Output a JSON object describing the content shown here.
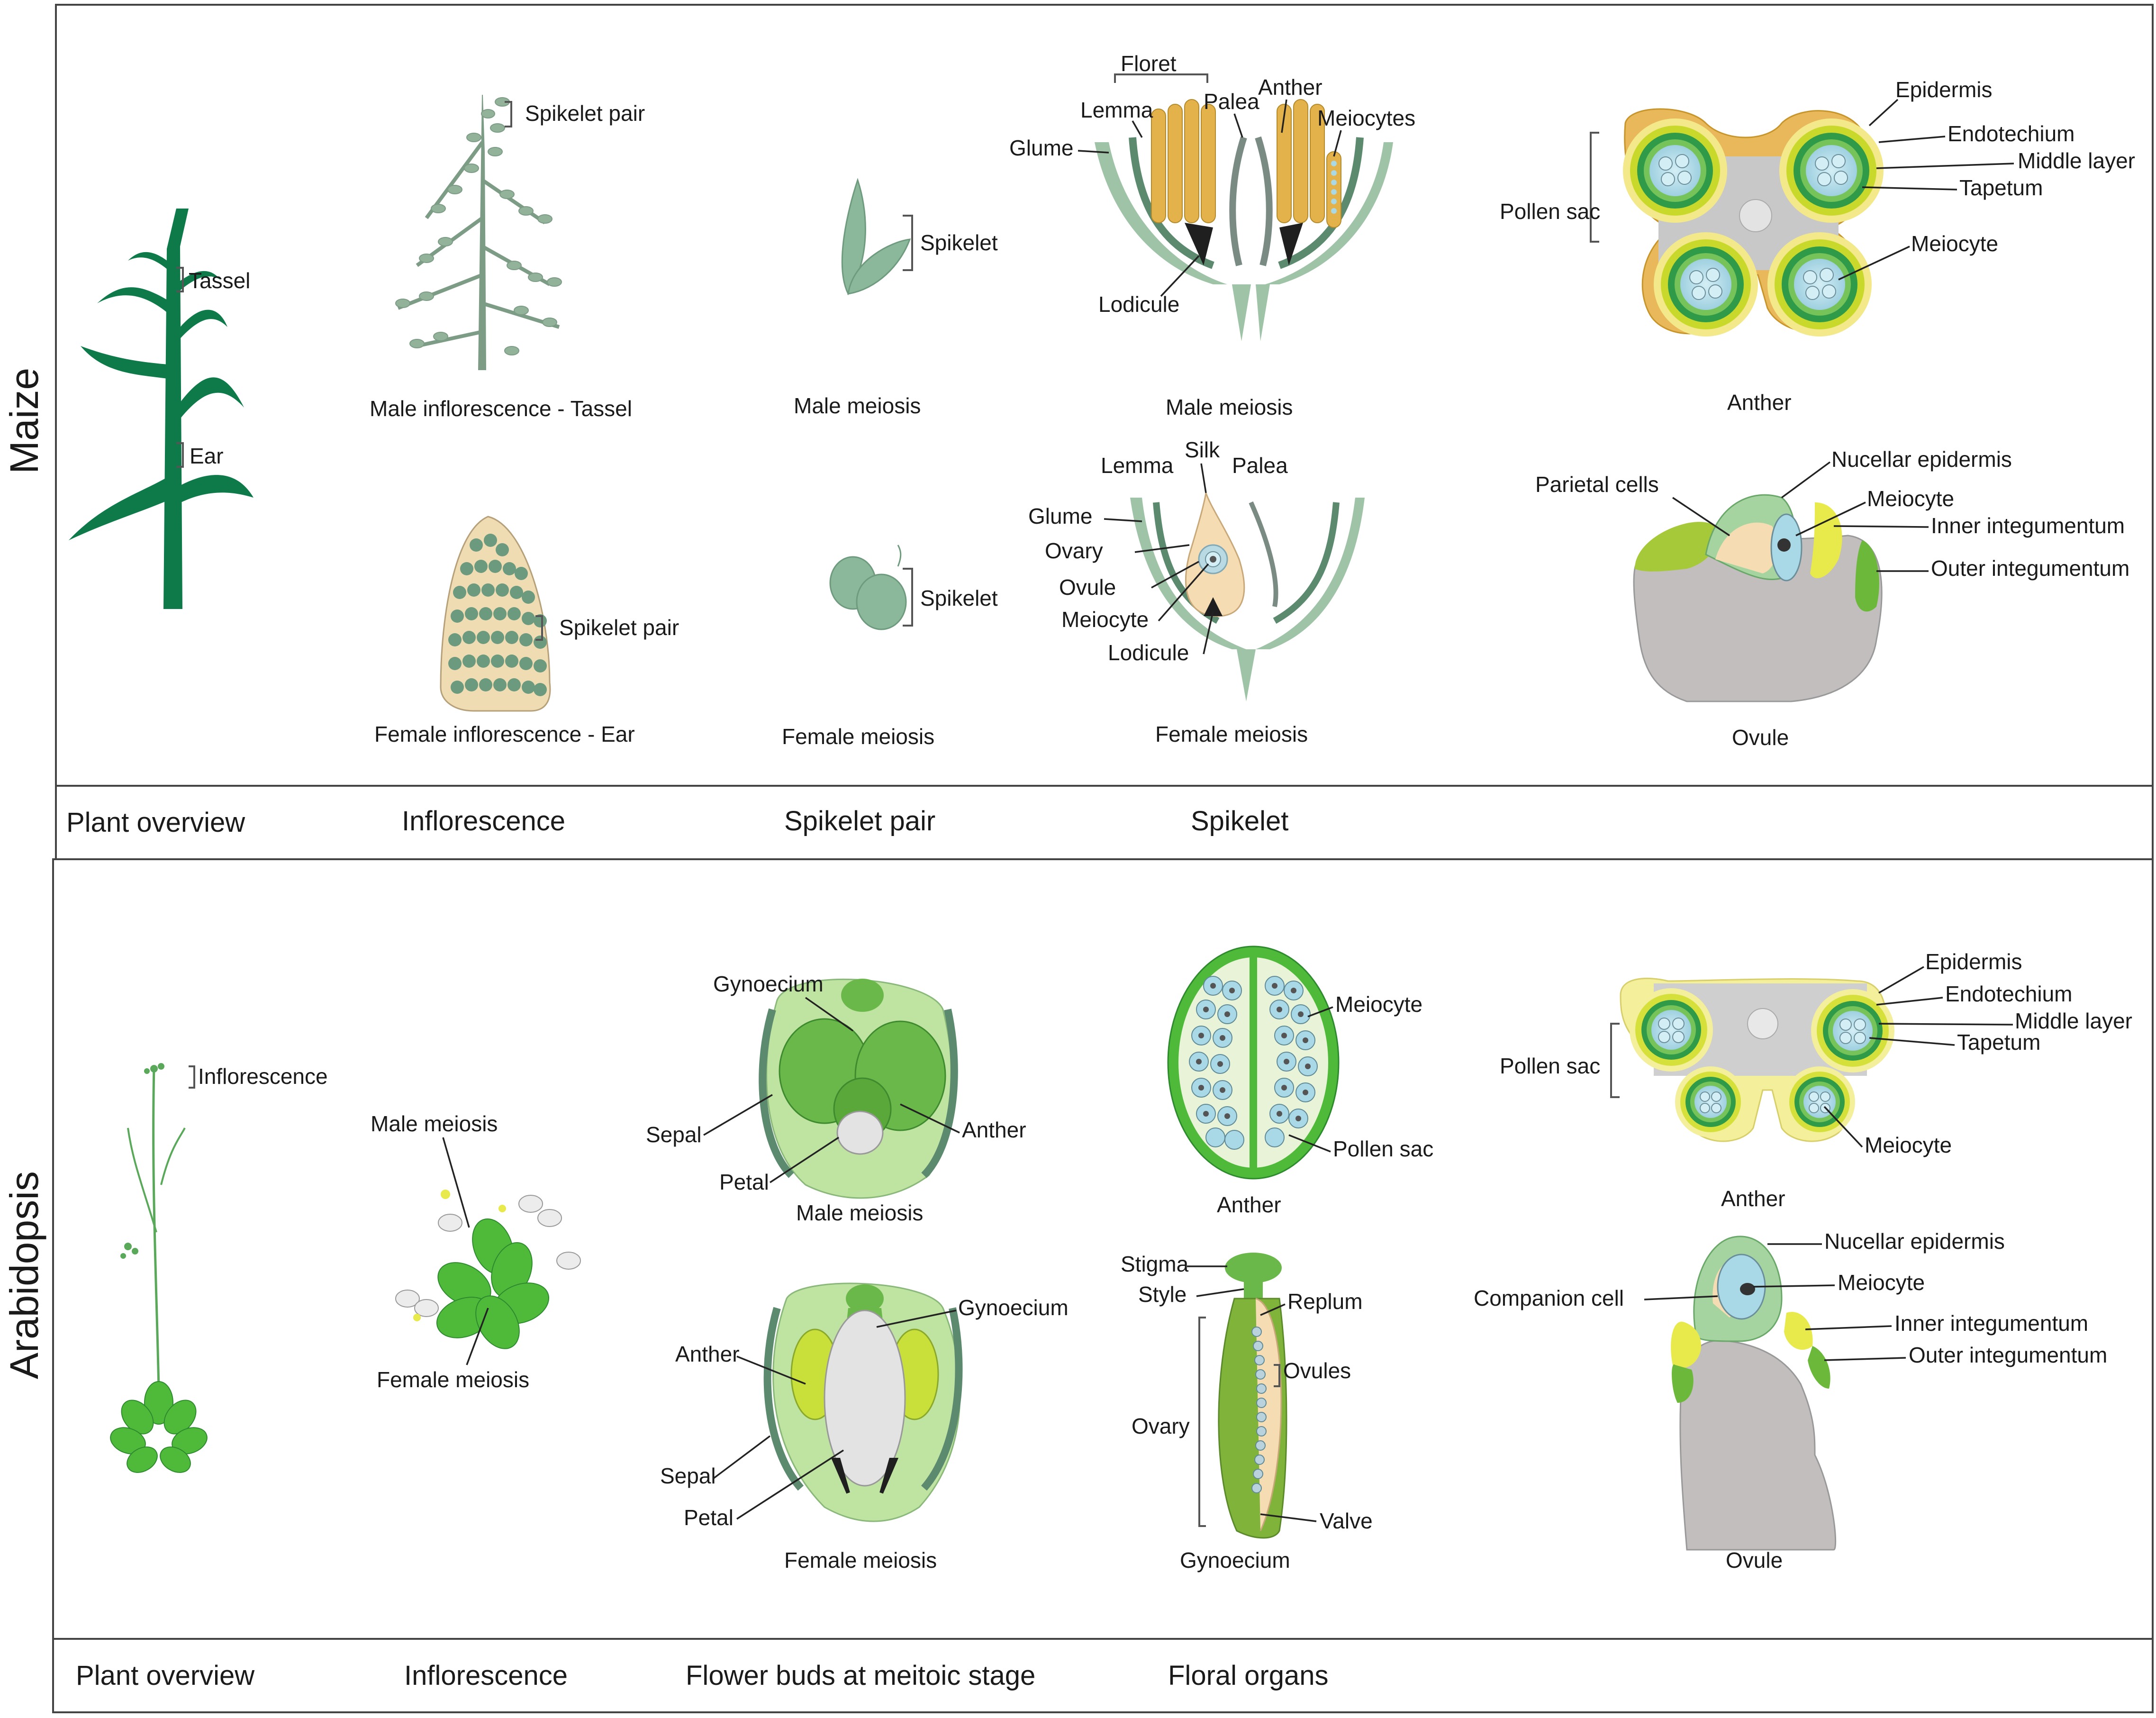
{
  "panels": {
    "maize": {
      "side_label": "Maize",
      "bar": [
        "Plant overview",
        "Inflorescence",
        "Spikelet pair",
        "Spikelet"
      ],
      "plant_labels": {
        "tassel": "Tassel",
        "ear": "Ear"
      },
      "inflorescence": {
        "male_caption": "Male inflorescence - Tassel",
        "female_caption": "Female inflorescence - Ear",
        "spikelet_pair_top": "Spikelet pair",
        "spikelet_pair_bottom": "Spikelet pair"
      },
      "spikelet_pair": {
        "spikelet_top": "Spikelet",
        "spikelet_bottom": "Spikelet",
        "male_caption": "Male meiosis",
        "female_caption": "Female meiosis"
      },
      "male_spikelet": {
        "floret": "Floret",
        "lemma": "Lemma",
        "palea": "Palea",
        "anther": "Anther",
        "meiocytes": "Meiocytes",
        "glume": "Glume",
        "lodicule": "Lodicule",
        "caption": "Male meiosis"
      },
      "female_spikelet": {
        "lemma": "Lemma",
        "silk": "Silk",
        "palea": "Palea",
        "glume": "Glume",
        "ovary": "Ovary",
        "ovule": "Ovule",
        "meiocyte": "Meiocyte",
        "lodicule": "Lodicule",
        "caption": "Female meiosis"
      },
      "anther": {
        "epidermis": "Epidermis",
        "endotechium": "Endotechium",
        "middle_layer": "Middle layer",
        "tapetum": "Tapetum",
        "pollen_sac": "Pollen sac",
        "meiocyte": "Meiocyte",
        "caption": "Anther"
      },
      "ovule": {
        "nucellar_epidermis": "Nucellar epidermis",
        "parietal_cells": "Parietal cells",
        "meiocyte": "Meiocyte",
        "inner_integumentum": "Inner integumentum",
        "outer_integumentum": "Outer integumentum",
        "caption": "Ovule"
      }
    },
    "arabidopsis": {
      "side_label": "Arabidopsis",
      "bar": [
        "Plant overview",
        "Inflorescence",
        "Flower buds at meitoic stage",
        "Floral organs"
      ],
      "plant_labels": {
        "inflorescence": "Inflorescence"
      },
      "inflorescence": {
        "male_meiosis": "Male meiosis",
        "female_meiosis": "Female meiosis"
      },
      "male_bud": {
        "gynoecium": "Gynoecium",
        "sepal": "Sepal",
        "anther": "Anther",
        "petal": "Petal",
        "caption": "Male meiosis"
      },
      "female_bud": {
        "gynoecium": "Gynoecium",
        "anther": "Anther",
        "sepal": "Sepal",
        "petal": "Petal",
        "caption": "Female meiosis"
      },
      "anther_section": {
        "meiocyte": "Meiocyte",
        "pollen_sac": "Pollen sac",
        "caption": "Anther"
      },
      "gynoecium": {
        "stigma": "Stigma",
        "style": "Style",
        "replum": "Replum",
        "ovules": "Ovules",
        "ovary": "Ovary",
        "valve": "Valve",
        "caption": "Gynoecium"
      },
      "anther": {
        "epidermis": "Epidermis",
        "endotechium": "Endotechium",
        "middle_layer": "Middle layer",
        "tapetum": "Tapetum",
        "pollen_sac": "Pollen sac",
        "meiocyte": "Meiocyte",
        "caption": "Anther"
      },
      "ovule": {
        "nucellar_epidermis": "Nucellar epidermis",
        "companion_cell": "Companion cell",
        "meiocyte": "Meiocyte",
        "inner_integumentum": "Inner integumentum",
        "outer_integumentum": "Outer integumentum",
        "caption": "Ovule"
      }
    }
  },
  "colors": {
    "leaf_dark": "#0e7a4a",
    "tassel_green": "#8fae93",
    "ear_tan": "#f0dcb3",
    "grain_green": "#6c9a7e",
    "sage": "#8bb89a",
    "sage_dark": "#5c8a6f",
    "anther_gold": "#e4b24a",
    "layer_green": "#2f9b49",
    "layer_lime": "#c9d92c",
    "cell_blue": "#a9d8e6",
    "connective_gray": "#c8c8c8",
    "ovule_gray": "#c2bebe",
    "arab_green": "#4fba3a",
    "arab_light": "#bfe3a0",
    "ovary_cream": "#f6dcb3"
  }
}
